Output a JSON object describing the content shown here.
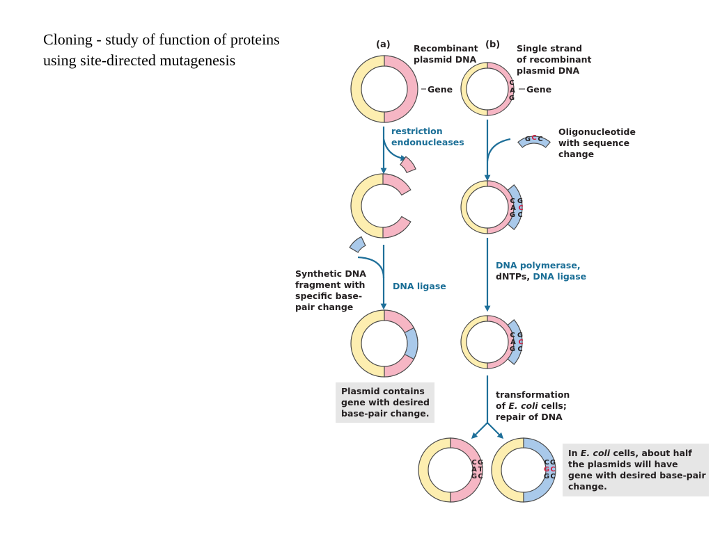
{
  "slide": {
    "title_line1": "Cloning - study of function of proteins",
    "title_line2": "using site-directed mutagenesis"
  },
  "panel_a": {
    "tag": "(a)",
    "plasmid_label": [
      "Recombinant",
      "plasmid DNA"
    ],
    "gene_label": "Gene",
    "step1": [
      "restriction",
      "endonucleases"
    ],
    "fragment_label": [
      "Synthetic DNA",
      "fragment with",
      "specific base-",
      "pair change"
    ],
    "step2": "DNA ligase",
    "result": [
      "Plasmid contains",
      "gene with desired",
      "base-pair change."
    ]
  },
  "panel_b": {
    "tag": "(b)",
    "plasmid_label": [
      "Single strand",
      "of recombinant",
      "plasmid DNA"
    ],
    "gene_label": "Gene",
    "gene_bases": [
      "C",
      "A",
      "G"
    ],
    "oligo_bases": [
      "G",
      "C",
      "C"
    ],
    "oligo_label": [
      "Oligonucleotide",
      "with sequence",
      "change"
    ],
    "step2_line1": "DNA polymerase,",
    "step2_line2_black": "dNTPs, ",
    "step2_line2_blue": "DNA ligase",
    "step3": [
      "transformation",
      "of ",
      "E. coli",
      " cells;",
      "repair of DNA"
    ],
    "final_left_bases": [
      [
        "C",
        "G"
      ],
      [
        "A",
        "T"
      ],
      [
        "G",
        "C"
      ]
    ],
    "final_right_bases": [
      [
        "C",
        "G"
      ],
      [
        "G",
        "C"
      ],
      [
        "G",
        "C"
      ]
    ],
    "note_line1_pre": "In ",
    "note_line1_italic": "E. coli",
    "note_line1_post": " cells, about half",
    "note_line2": "the plasmids will have",
    "note_line3": "gene with desired base-pair",
    "note_line4": "change."
  },
  "colors": {
    "plasmid_backbone": "#fdeeb0",
    "gene_segment": "#f6b6c4",
    "mutant_segment": "#a9c9ea",
    "arrow": "#1e6f99",
    "mutation_base": "#cc2244"
  }
}
